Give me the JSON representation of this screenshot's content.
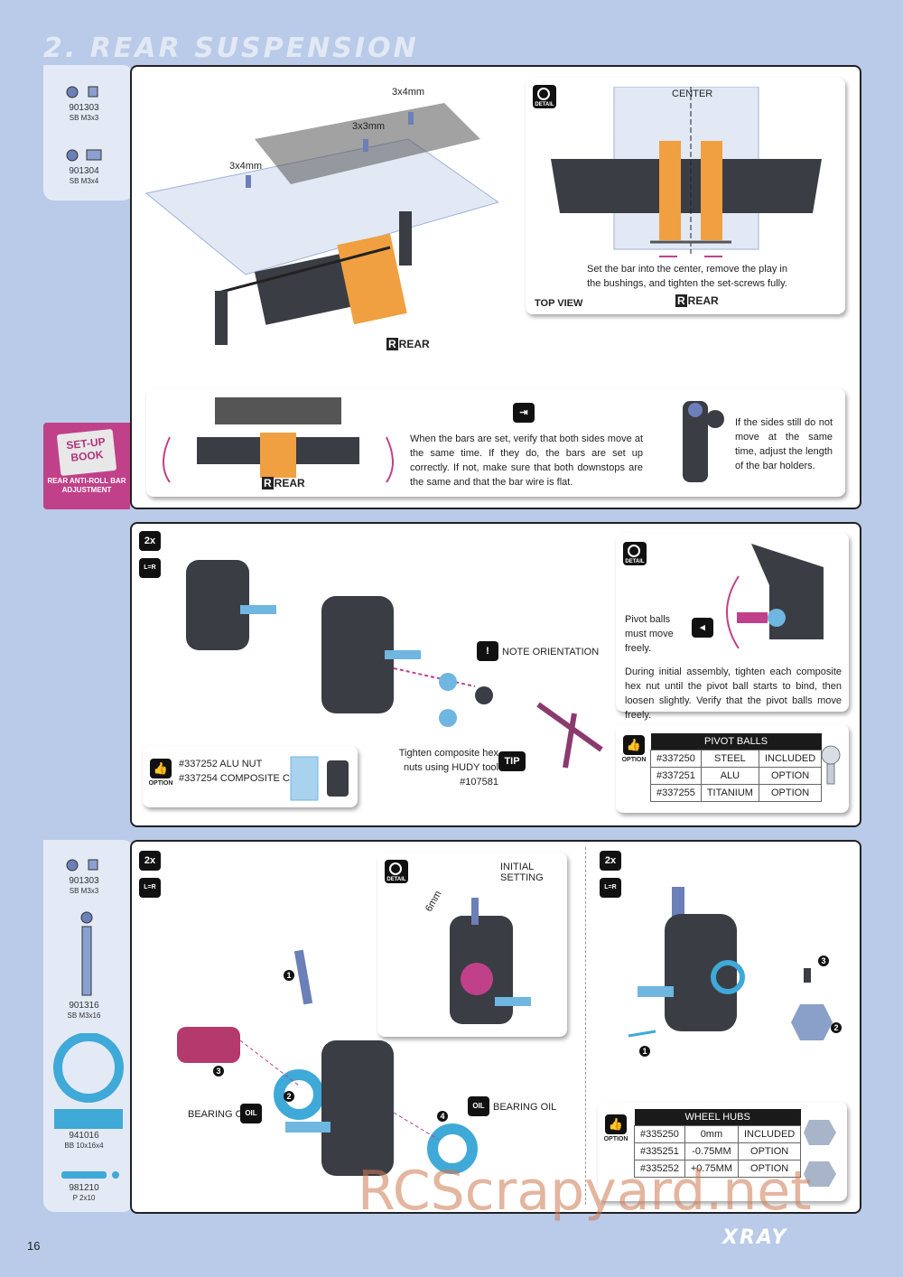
{
  "header": {
    "title": "2. REAR SUSPENSION",
    "page_number": "16",
    "brand": "XRAY"
  },
  "watermark": "RCScrapyard.net",
  "parts_top": [
    {
      "code": "901303",
      "desc": "SB M3x3"
    },
    {
      "code": "901304",
      "desc": "SB M3x4"
    }
  ],
  "parts_bottom": [
    {
      "code": "901303",
      "desc": "SB M3x3"
    },
    {
      "code": "901316",
      "desc": "SB M3x16"
    },
    {
      "code": "941016",
      "desc": "BB 10x16x4"
    },
    {
      "code": "981210",
      "desc": "P 2x10"
    }
  ],
  "setup_book": {
    "badge": "SET-UP BOOK",
    "caption": "REAR ANTI-ROLL BAR ADJUSTMENT"
  },
  "step1": {
    "screw_labels": [
      "3x4mm",
      "3x3mm",
      "3x4mm"
    ],
    "rear_label": "REAR",
    "detail": {
      "icon": "DETAIL",
      "center_label": "CENTER",
      "text": "Set the bar into the center, remove the play in the bushings, and tighten the set-screws fully.",
      "top_view": "TOP VIEW",
      "rear_label": "REAR"
    },
    "check": {
      "rear_label": "REAR",
      "text": "When the bars are set, verify that both sides move at the same time. If they do, the bars are set up correctly. If not, make sure that both downstops are the same and that the bar wire is flat.",
      "side_text": "If the sides still do not move at the same time, adjust the length of the bar holders."
    }
  },
  "step2": {
    "qty": "2x",
    "lr": "L=R",
    "note": "NOTE ORIENTATION",
    "tip_text": "Tighten composite hex nuts using HUDY tool #107581",
    "tip_icon": "TIP",
    "option_lines": [
      "#337252 ALU NUT",
      "#337254 COMPOSITE CUP"
    ],
    "option_icon": "OPTION",
    "detail": {
      "icon": "DETAIL",
      "text1": "Pivot balls must move freely.",
      "text2": "During initial assembly, tighten each composite hex nut until the pivot ball starts to bind, then loosen slightly. Verify that the pivot balls move freely."
    },
    "pivot_table": {
      "title": "PIVOT BALLS",
      "rows": [
        [
          "#337250",
          "STEEL",
          "INCLUDED"
        ],
        [
          "#337251",
          "ALU",
          "OPTION"
        ],
        [
          "#337255",
          "TITANIUM",
          "OPTION"
        ]
      ]
    }
  },
  "step3": {
    "qty": "2x",
    "lr": "L=R",
    "detail_icon": "DETAIL",
    "initial_setting": "INITIAL SETTING",
    "dimension": "6mm",
    "bearing_oil_1": "BEARING OIL",
    "bearing_oil_2": "BEARING OIL",
    "oil_icon": "OIL",
    "callouts": [
      "1",
      "2",
      "3",
      "4"
    ]
  },
  "step4": {
    "qty": "2x",
    "lr": "L=R",
    "callouts": [
      "1",
      "2",
      "3"
    ],
    "hub_table": {
      "title": "WHEEL HUBS",
      "rows": [
        [
          "#335250",
          "0mm",
          "INCLUDED"
        ],
        [
          "#335251",
          "-0.75MM",
          "OPTION"
        ],
        [
          "#335252",
          "+0.75MM",
          "OPTION"
        ]
      ]
    }
  },
  "colors": {
    "background": "#b9cbe8",
    "accent_orange": "#f0a040",
    "accent_pink": "#c0418a",
    "part_blue": "#6fb6e0"
  }
}
